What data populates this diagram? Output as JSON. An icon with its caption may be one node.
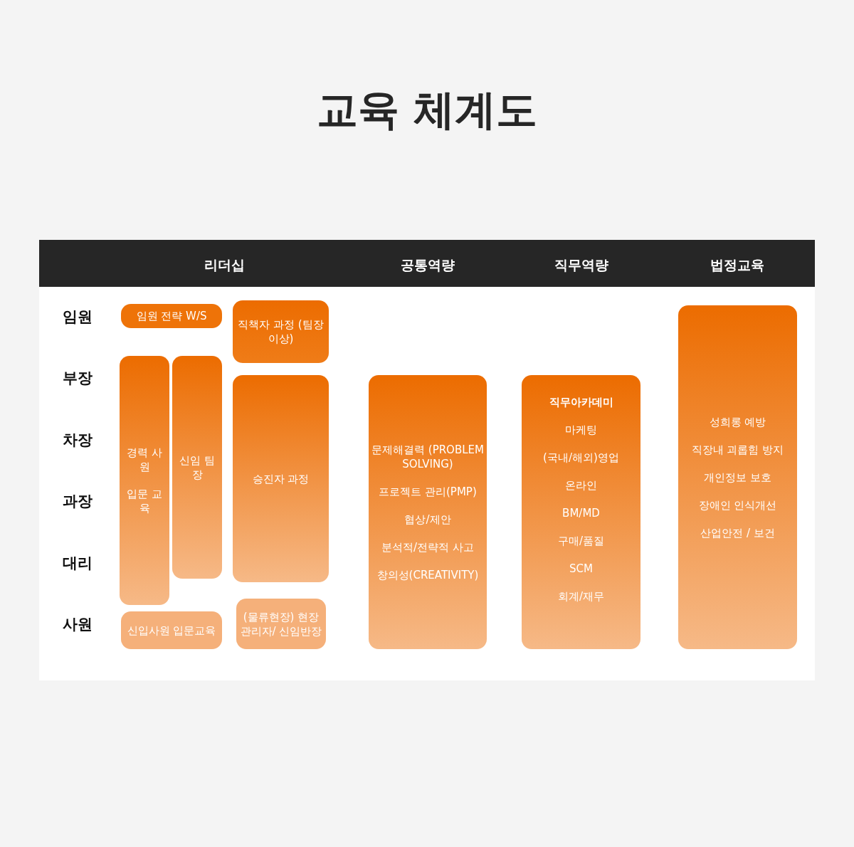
{
  "diagram": {
    "title": "교육 체계도",
    "nodes": [
      {
        "text": [
          "임원 전략 W/S"
        ]
      },
      {
        "text": [
          "직책자 과정 (팀장이상)"
        ]
      },
      {
        "text": [
          "경력 사원",
          "입문 교육"
        ]
      },
      {
        "text": [
          "신임 팀장"
        ]
      },
      {
        "text": [
          "승진자 과정"
        ]
      },
      {
        "text": [
          "신입사원 입문교육"
        ]
      },
      {
        "text": [
          "(물류현장) 현장관리자/ 신임반장"
        ]
      },
      {
        "text": [
          "문제해결력 (PROBLEM SOLVING)",
          "프로젝트 관리(PMP)",
          "협상/제안",
          "분석적/전략적 사고",
          "창의성(CREATIVITY)"
        ]
      },
      {
        "text": [
          "직무아카데미",
          "마케팅",
          "(국내/해외)영업",
          "온라인",
          "BM/MD",
          "구매/품질",
          "SCM",
          "회계/재무"
        ]
      },
      {
        "text": [
          "성희롱 예방",
          "직장내 괴롭힘 방지",
          "개인정보 보호",
          "장애인 인식개선",
          "산업안전 / 보건"
        ]
      }
    ],
    "labels": [
      "리더십",
      "공통역량",
      "직무역량",
      "법정교육",
      "임원",
      "부장",
      "차장",
      "과장",
      "대리",
      "사원"
    ]
  }
}
